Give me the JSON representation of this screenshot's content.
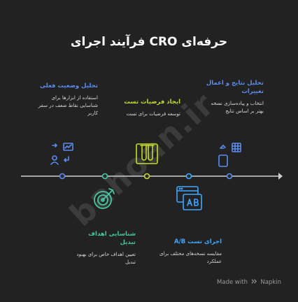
{
  "title": "حرفه‌ای CRO فرآیند اجرای",
  "watermark": "bahoan.ir",
  "steps": [
    {
      "title": "تحلیل وضعیت فعلی",
      "description": "استفاده از ابزارها برای شناسایی نقاط ضعف در سفر کاربر",
      "color": "#5b8def",
      "icon": "analytics-users-icon"
    },
    {
      "title": "شناسایی اهداف تبدیل",
      "description": "تعیین اهداف خاص برای بهبود تبدیل",
      "color": "#44c8a0",
      "icon": "target-icon"
    },
    {
      "title": "ایجاد فرضیات تست",
      "description": "توسعه فرضیات برای تست",
      "color": "#c6dc2c",
      "icon": "test-tubes-icon"
    },
    {
      "title": "اجرای تست A/B",
      "description": "مقایسه نسخه‌های مختلف برای عملکرد",
      "color": "#3fa7ff",
      "icon": "ab-test-icon"
    },
    {
      "title": "تحلیل نتایج و اعمال تغییرات",
      "description": "انتخاب و پیاده‌سازی نسخه بهتر بر اساس نتایج",
      "color": "#5b8def",
      "icon": "device-grid-icon"
    }
  ],
  "footer": {
    "made_with": "Made with",
    "brand": "Napkin"
  }
}
